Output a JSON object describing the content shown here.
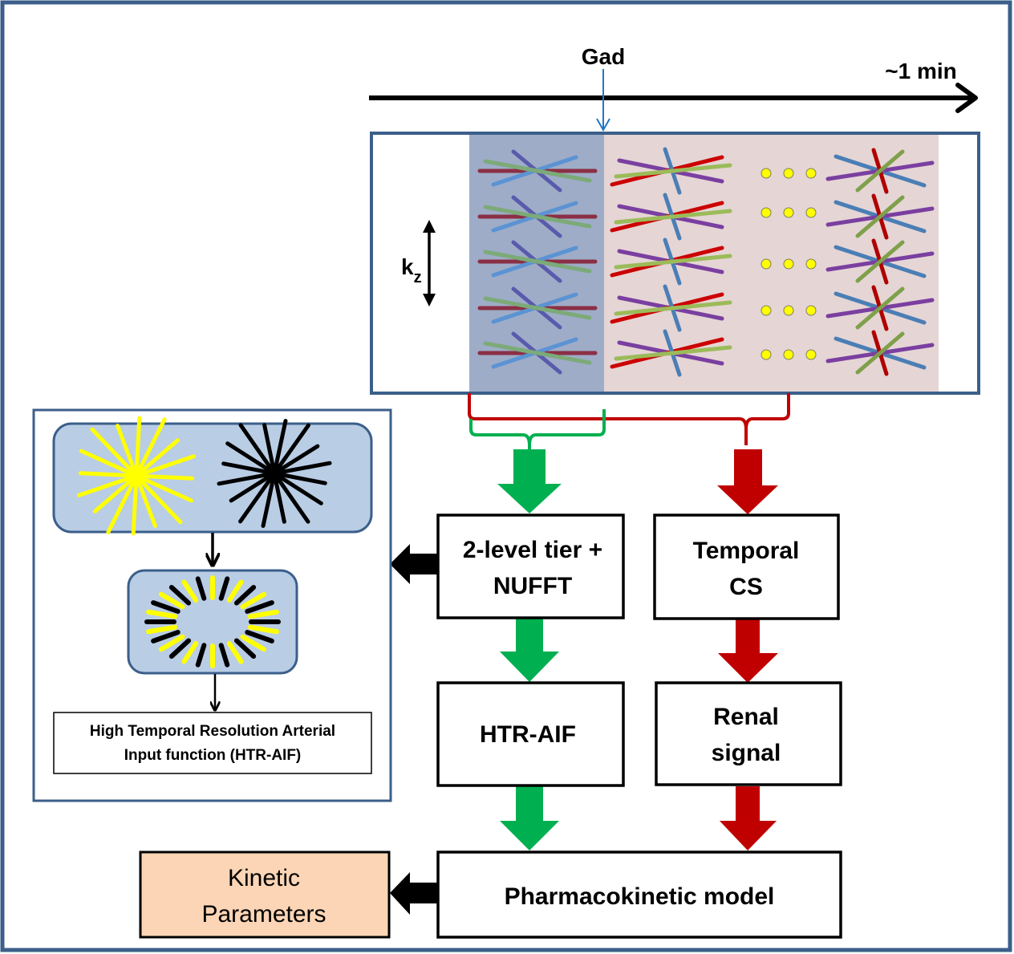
{
  "timeline": {
    "injection_label": "Gad",
    "duration_label": "~1 min",
    "axis_label_main": "k",
    "axis_label_sub": "z"
  },
  "colors": {
    "frame_border": "#3b5f8a",
    "early_phase_bg": "#9eacc7",
    "late_phase_bg": "#e5d5d5",
    "radial_panel_bg": "#b9cde5",
    "kinetic_box_bg": "#fbd5b5",
    "green_path": "#00b050",
    "red_path": "#c00000",
    "gad_arrow": "#1f77c8",
    "dots": "#ffff00"
  },
  "acquisition": {
    "early_rows": 5,
    "late_rows": 5,
    "ellipsis_dots_per_row": 3
  },
  "left_panel": {
    "caption_line1": "High Temporal Resolution Arterial",
    "caption_line2": "Input function (HTR-AIF)"
  },
  "green_path": {
    "box1_line1": "2-level tier +",
    "box1_line2": "NUFFT",
    "box2": "HTR-AIF"
  },
  "red_path": {
    "box1_line1": "Temporal",
    "box1_line2": "CS",
    "box2_line1": "Renal",
    "box2_line2": "signal"
  },
  "model": {
    "label": "Pharmacokinetic model"
  },
  "output": {
    "line1": "Kinetic",
    "line2": "Parameters"
  }
}
